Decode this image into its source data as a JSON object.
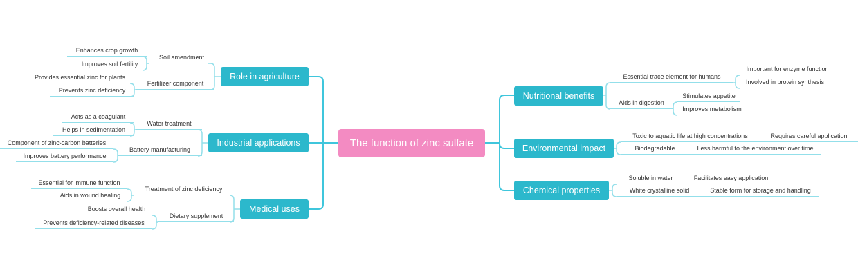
{
  "center": "The function of zinc sulfate",
  "left": [
    {
      "label": "Role in agriculture",
      "children": [
        {
          "label": "Soil amendment",
          "children": [
            "Enhances crop growth",
            "Improves soil fertility"
          ]
        },
        {
          "label": "Fertilizer component",
          "children": [
            "Provides essential zinc for plants",
            "Prevents zinc deficiency"
          ]
        }
      ]
    },
    {
      "label": "Industrial applications",
      "children": [
        {
          "label": "Water treatment",
          "children": [
            "Acts as a coagulant",
            "Helps in sedimentation"
          ]
        },
        {
          "label": "Battery manufacturing",
          "children": [
            "Component of zinc-carbon batteries",
            "Improves battery performance"
          ]
        }
      ]
    },
    {
      "label": "Medical uses",
      "children": [
        {
          "label": "Treatment of zinc deficiency",
          "children": [
            "Essential for immune function",
            "Aids in wound healing"
          ]
        },
        {
          "label": "Dietary supplement",
          "children": [
            "Boosts overall health",
            "Prevents deficiency-related diseases"
          ]
        }
      ]
    }
  ],
  "right": [
    {
      "label": "Nutritional benefits",
      "children": [
        {
          "label": "Essential trace element for humans",
          "children": [
            "Important for enzyme function",
            "Involved in protein synthesis"
          ]
        },
        {
          "label": "Aids in digestion",
          "children": [
            "Stimulates appetite",
            "Improves metabolism"
          ]
        }
      ]
    },
    {
      "label": "Environmental impact",
      "children": [
        {
          "label": "Toxic to aquatic life at high concentrations",
          "children": [
            "Requires careful application"
          ]
        },
        {
          "label": "Biodegradable",
          "children": [
            "Less harmful to the environment over time"
          ]
        }
      ]
    },
    {
      "label": "Chemical properties",
      "children": [
        {
          "label": "Soluble in water",
          "children": [
            "Facilitates easy application"
          ]
        },
        {
          "label": "White crystalline solid",
          "children": [
            "Stable form for storage and handling"
          ]
        }
      ]
    }
  ],
  "colors": {
    "center": "#f38bc2",
    "main": "#2cb8cc",
    "line": "#3fc6dc",
    "subline": "#93dfea"
  }
}
